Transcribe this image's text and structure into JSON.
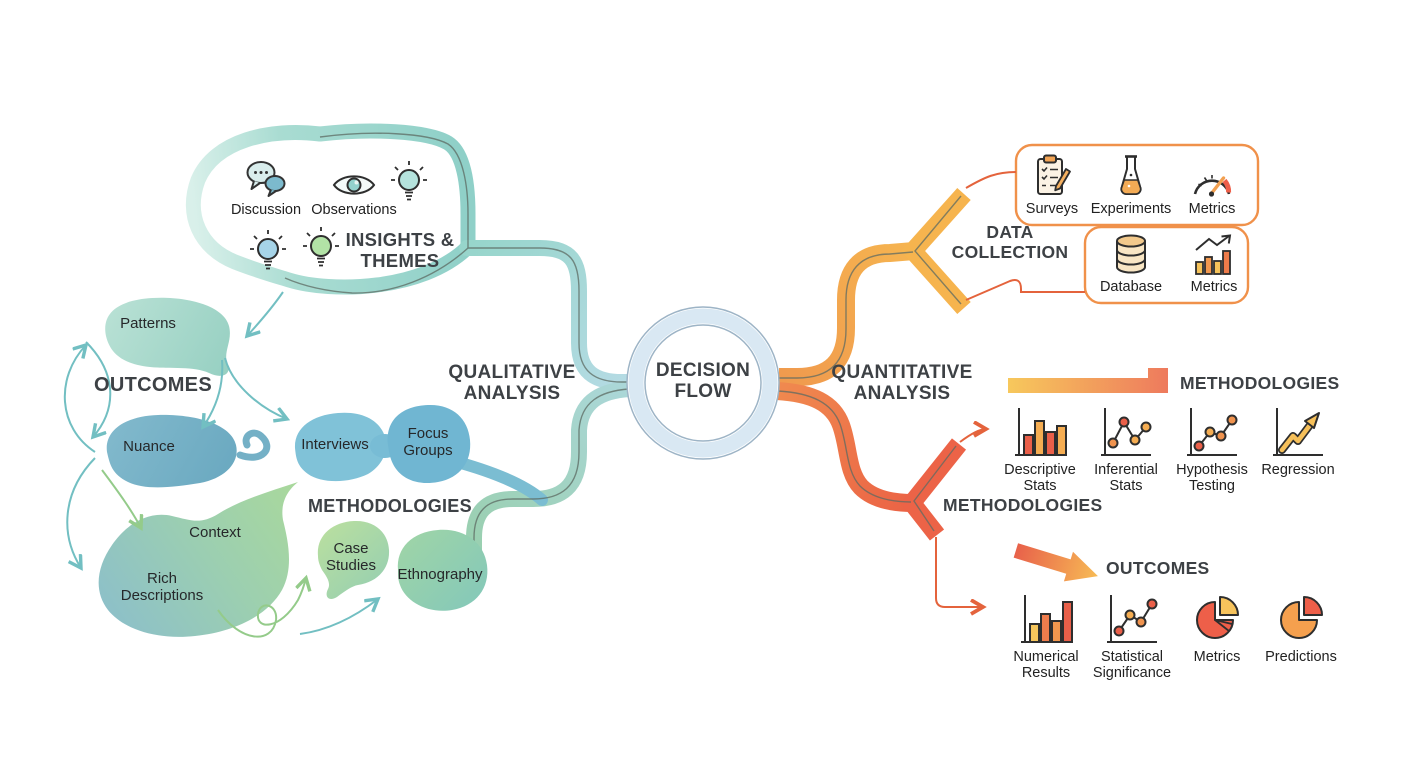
{
  "diagram": {
    "center": {
      "label": "DECISION FLOW"
    },
    "qualitative": {
      "section_label": "QUALITATIVE ANALYSIS",
      "insights": {
        "label": "INSIGHTS & THEMES",
        "discussion_label": "Discussion",
        "observations_label": "Observations"
      },
      "outcomes": {
        "label": "OUTCOMES",
        "patterns_label": "Patterns",
        "nuance_label": "Nuance",
        "context_label": "Context",
        "rich_descriptions_label": "Rich Descriptions"
      },
      "methodologies": {
        "label": "METHODOLOGIES",
        "interviews_label": "Interviews",
        "focus_groups_label": "Focus Groups",
        "case_studies_label": "Case Studies",
        "ethnography_label": "Ethnography"
      }
    },
    "quantitative": {
      "section_label": "QUANTITATIVE ANALYSIS",
      "data_collection": {
        "label": "DATA COLLECTION",
        "row1": [
          {
            "icon": "survey-clipboard-icon",
            "label": "Surveys"
          },
          {
            "icon": "experiment-flask-icon",
            "label": "Experiments"
          },
          {
            "icon": "metrics-gauge-icon",
            "label": "Metrics"
          }
        ],
        "row2": [
          {
            "icon": "database-icon",
            "label": "Database"
          },
          {
            "icon": "metrics-growth-chart-icon",
            "label": "Metrics"
          }
        ]
      },
      "methodologies": {
        "label": "METHODOLOGIES",
        "flow_label": "METHODOLOGIES",
        "items": [
          {
            "icon": "bar-chart-icon",
            "label": "Descriptive Stats"
          },
          {
            "icon": "line-dot-chart-icon",
            "label": "Inferential Stats"
          },
          {
            "icon": "line-dot-chart-icon",
            "label": "Hypothesis Testing"
          },
          {
            "icon": "regression-arrow-icon",
            "label": "Regression"
          }
        ]
      },
      "outcomes": {
        "label": "OUTCOMES",
        "items": [
          {
            "icon": "bar-chart-icon",
            "label": "Numerical Results"
          },
          {
            "icon": "line-dot-chart-icon",
            "label": "Statistical Significance"
          },
          {
            "icon": "pie-chart-icon",
            "label": "Metrics"
          },
          {
            "icon": "pie-chart-icon",
            "label": "Predictions"
          }
        ]
      }
    },
    "colors": {
      "qualitative_teal": "#93d2c9",
      "qualitative_green": "#a5d69e",
      "qualitative_blue": "#7bbcd5",
      "quantitative_orange": "#f5a84e",
      "quantitative_red": "#ec6347",
      "ring_blue": "#d9e8f3"
    }
  }
}
